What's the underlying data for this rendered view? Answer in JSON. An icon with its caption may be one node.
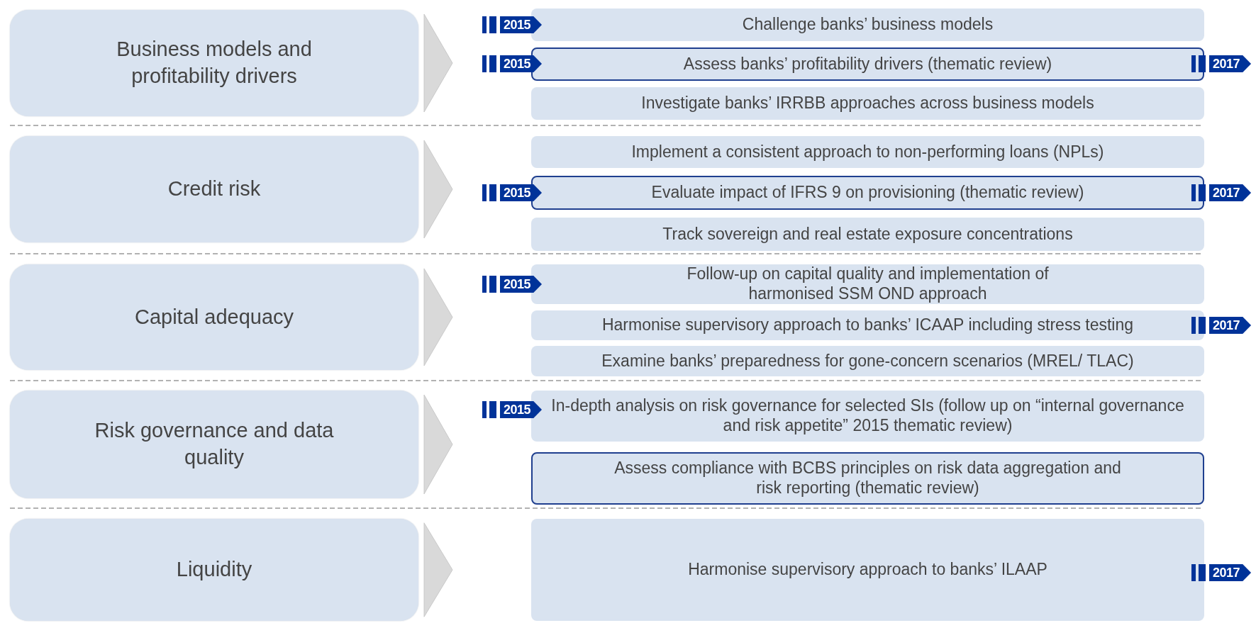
{
  "diagram": {
    "nodes": [
      {
        "text": [
          "Business models and profitability drivers"
        ]
      },
      {
        "text": [
          "Challenge banks’ business models"
        ],
        "beside": [
          "2015"
        ]
      },
      {
        "text": [
          "Assess banks’ profitability drivers (thematic review)"
        ],
        "beside": [
          "2015",
          "2017"
        ]
      },
      {
        "text": [
          "Investigate banks’ IRRBB approaches across business models"
        ]
      },
      {
        "text": [
          "Credit risk"
        ]
      },
      {
        "text": [
          "Implement a consistent approach to non-performing loans (NPLs)"
        ]
      },
      {
        "text": [
          "Evaluate impact of IFRS 9 on provisioning (thematic review)"
        ],
        "beside": [
          "2015",
          "2017"
        ]
      },
      {
        "text": [
          "Track sovereign and real estate exposure concentrations"
        ]
      },
      {
        "text": [
          "Capital adequacy"
        ]
      },
      {
        "text": [
          "Follow-up on capital quality and implementation of harmonised SSM OND approach"
        ],
        "beside": [
          "2015"
        ]
      },
      {
        "text": [
          "Harmonise supervisory approach to banks’ ICAAP including stress testing"
        ],
        "beside": [
          "2017"
        ]
      },
      {
        "text": [
          "Examine banks’ preparedness for gone-concern scenarios (MREL/ TLAC)"
        ]
      },
      {
        "text": [
          "Risk governance and data quality"
        ]
      },
      {
        "text": [
          "In-depth analysis on risk governance for selected SIs (follow up on “internal governance and risk appetite” 2015 thematic review)"
        ],
        "beside": [
          "2015"
        ]
      },
      {
        "text": [
          "Assess compliance with BCBS principles on risk data aggregation and risk reporting (thematic review)"
        ]
      },
      {
        "text": [
          "Liquidity"
        ]
      },
      {
        "text": [
          "Harmonise supervisory approach to banks’ ILAAP"
        ],
        "beside": [
          "2017"
        ]
      }
    ],
    "edges": [
      {
        "from": 0,
        "to": 1,
        "arrow": "to"
      },
      {
        "from": 0,
        "to": 2,
        "arrow": "to"
      },
      {
        "from": 0,
        "to": 3,
        "arrow": "to"
      },
      {
        "from": 4,
        "to": 5,
        "arrow": "to"
      },
      {
        "from": 4,
        "to": 6,
        "arrow": "to"
      },
      {
        "from": 4,
        "to": 7,
        "arrow": "to"
      },
      {
        "from": 8,
        "to": 9,
        "arrow": "to"
      },
      {
        "from": 8,
        "to": 10,
        "arrow": "to"
      },
      {
        "from": 8,
        "to": 11,
        "arrow": "to"
      },
      {
        "from": 12,
        "to": 13,
        "arrow": "to"
      },
      {
        "from": 12,
        "to": 14,
        "arrow": "to"
      },
      {
        "from": 15,
        "to": 16,
        "arrow": "to"
      }
    ]
  }
}
